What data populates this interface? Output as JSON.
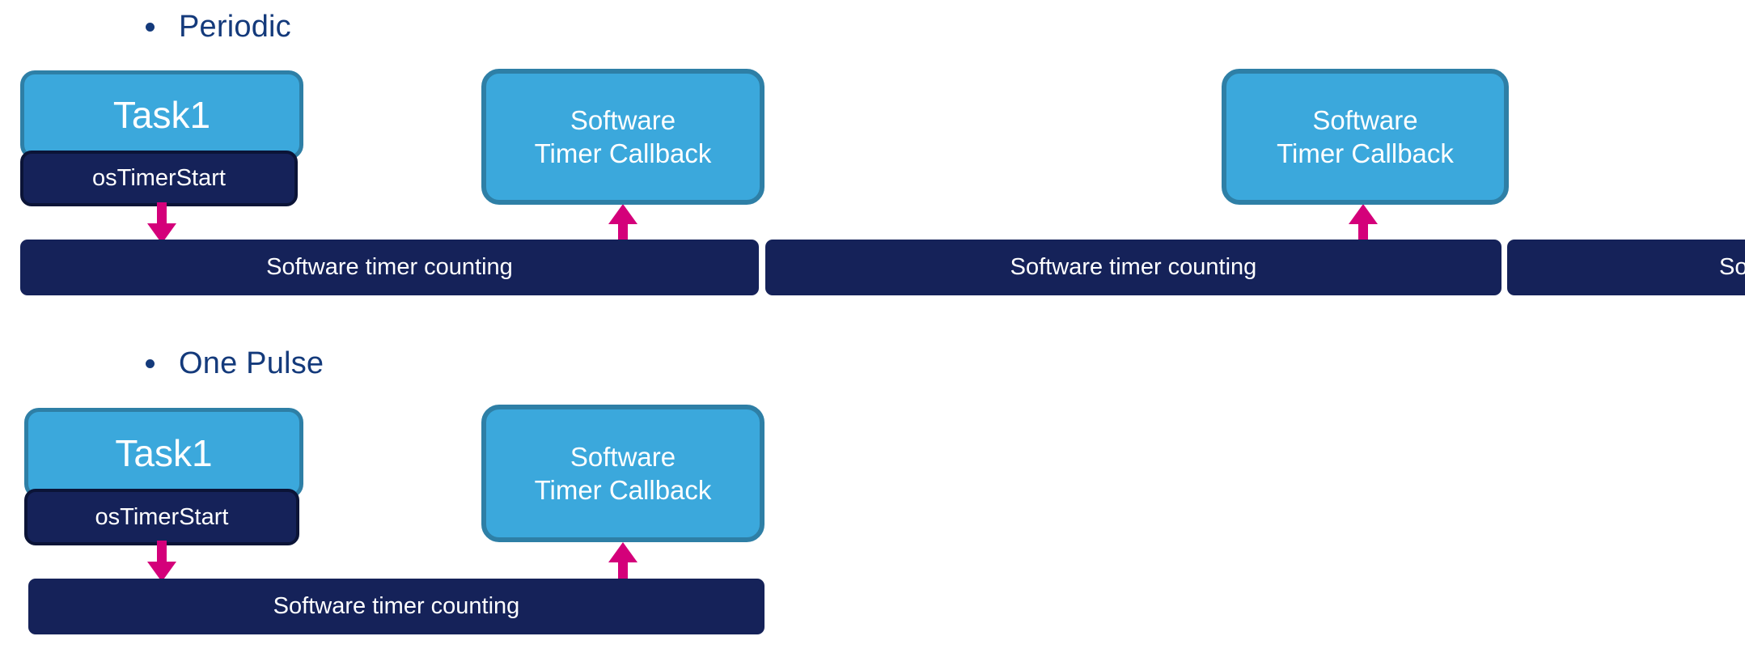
{
  "colors": {
    "box_fill": "#3BA8DC",
    "box_border": "#2E7FA6",
    "navy": "#152259",
    "navy_border": "#0B1437",
    "arrow": "#D4007A",
    "heading": "#143A7B",
    "text_on_dark": "#FFFFFF",
    "background": "#FFFFFF"
  },
  "sections": [
    {
      "id": "periodic",
      "heading": "Periodic",
      "task": {
        "title": "Task1",
        "call": "osTimerStart"
      },
      "callbacks": [
        {
          "line1": "Software",
          "line2": "Timer Callback"
        },
        {
          "line1": "Software",
          "line2": "Timer Callback"
        }
      ],
      "bars": [
        {
          "label": "Software timer counting",
          "clipped": false
        },
        {
          "label": "Software timer counting",
          "clipped": false
        },
        {
          "label": "Software timer counting",
          "clipped": true
        }
      ],
      "arrows": [
        {
          "direction": "down",
          "from": "osTimerStart",
          "to": "timer-bar-1"
        },
        {
          "direction": "up",
          "from": "timer-bar-1",
          "to": "callback-1"
        },
        {
          "direction": "up",
          "from": "timer-bar-2",
          "to": "callback-2"
        }
      ]
    },
    {
      "id": "one-pulse",
      "heading": "One Pulse",
      "task": {
        "title": "Task1",
        "call": "osTimerStart"
      },
      "callbacks": [
        {
          "line1": "Software",
          "line2": "Timer Callback"
        }
      ],
      "bars": [
        {
          "label": "Software timer counting",
          "clipped": false
        }
      ],
      "arrows": [
        {
          "direction": "down",
          "from": "osTimerStart",
          "to": "timer-bar-1"
        },
        {
          "direction": "up",
          "from": "timer-bar-1",
          "to": "callback-1"
        }
      ]
    }
  ]
}
